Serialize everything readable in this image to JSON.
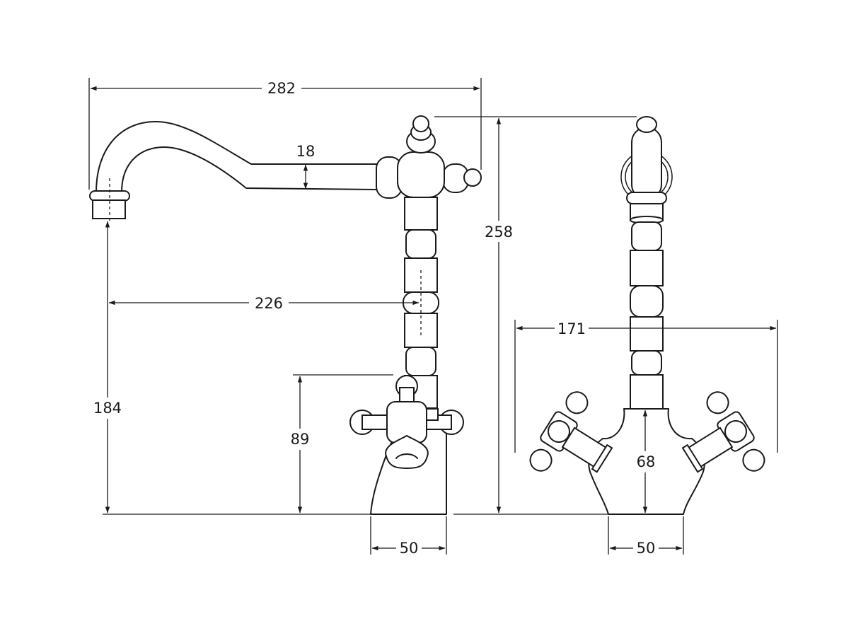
{
  "dimensions": {
    "spout_reach_total": "282",
    "spout_diameter": "18",
    "height_total": "258",
    "spout_outlet_to_center": "226",
    "spout_outlet_height": "184",
    "handle_height": "89",
    "base_width_side": "50",
    "handles_span": "171",
    "body_height_front": "68",
    "base_width_front": "50"
  },
  "colors": {
    "line": "#1a1a1a",
    "background": "#ffffff"
  }
}
